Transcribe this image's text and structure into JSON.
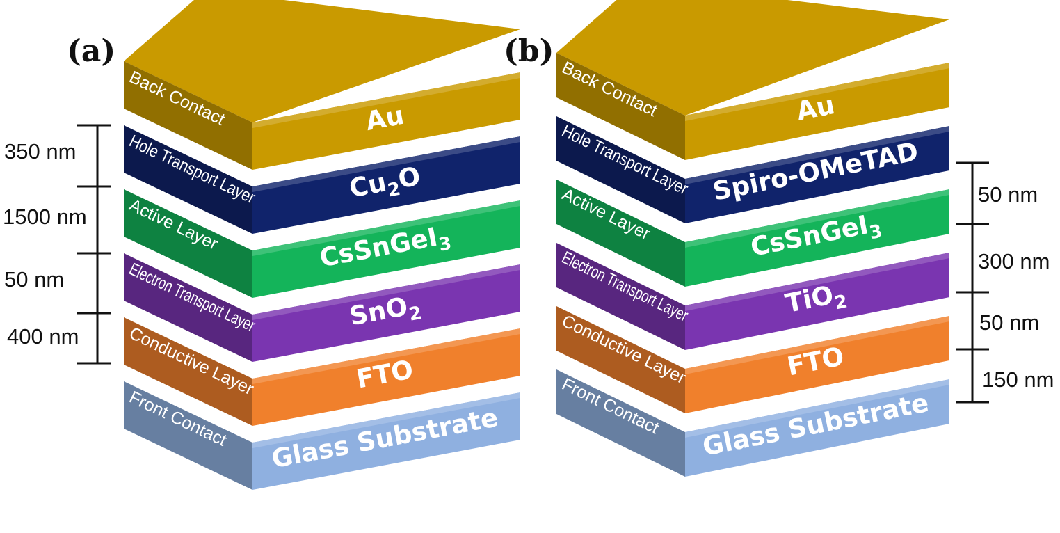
{
  "panels": [
    {
      "id": "a",
      "label": "(a)",
      "layers": [
        {
          "side": "Back Contact",
          "material": "Au",
          "color": "#c99a00"
        },
        {
          "side": "Hole Transport Layer",
          "material": "Cu",
          "sub": "2",
          "suffix": "O",
          "color": "#10236b"
        },
        {
          "side": "Active Layer",
          "material": "CsSnGeI",
          "sub": "3",
          "suffix": "",
          "color": "#14b45a"
        },
        {
          "side": "Electron Transport Layer",
          "material": "SnO",
          "sub": "2",
          "suffix": "",
          "color": "#7a35b0"
        },
        {
          "side": "Conductive Layer",
          "material": "FTO",
          "color": "#f0802c"
        },
        {
          "side": "Front Contact",
          "material": "Glass Substrate",
          "color": "#8fb0e0"
        }
      ],
      "thicknesses": [
        "350 nm",
        "1500 nm",
        "50 nm",
        "400 nm"
      ]
    },
    {
      "id": "b",
      "label": "(b)",
      "layers": [
        {
          "side": "Back Contact",
          "material": "Au",
          "color": "#c99a00"
        },
        {
          "side": "Hole Transport Layer",
          "material": "Spiro-OMeTAD",
          "color": "#10236b"
        },
        {
          "side": "Active Layer",
          "material": "CsSnGeI",
          "sub": "3",
          "suffix": "",
          "color": "#14b45a"
        },
        {
          "side": "Electron Transport Layer",
          "material": "TiO",
          "sub": "2",
          "suffix": "",
          "color": "#7a35b0"
        },
        {
          "side": "Conductive Layer",
          "material": "FTO",
          "color": "#f0802c"
        },
        {
          "side": "Front Contact",
          "material": "Glass Substrate",
          "color": "#8fb0e0"
        }
      ],
      "thicknesses": [
        "50 nm",
        "300 nm",
        "50 nm",
        "150 nm"
      ]
    }
  ]
}
